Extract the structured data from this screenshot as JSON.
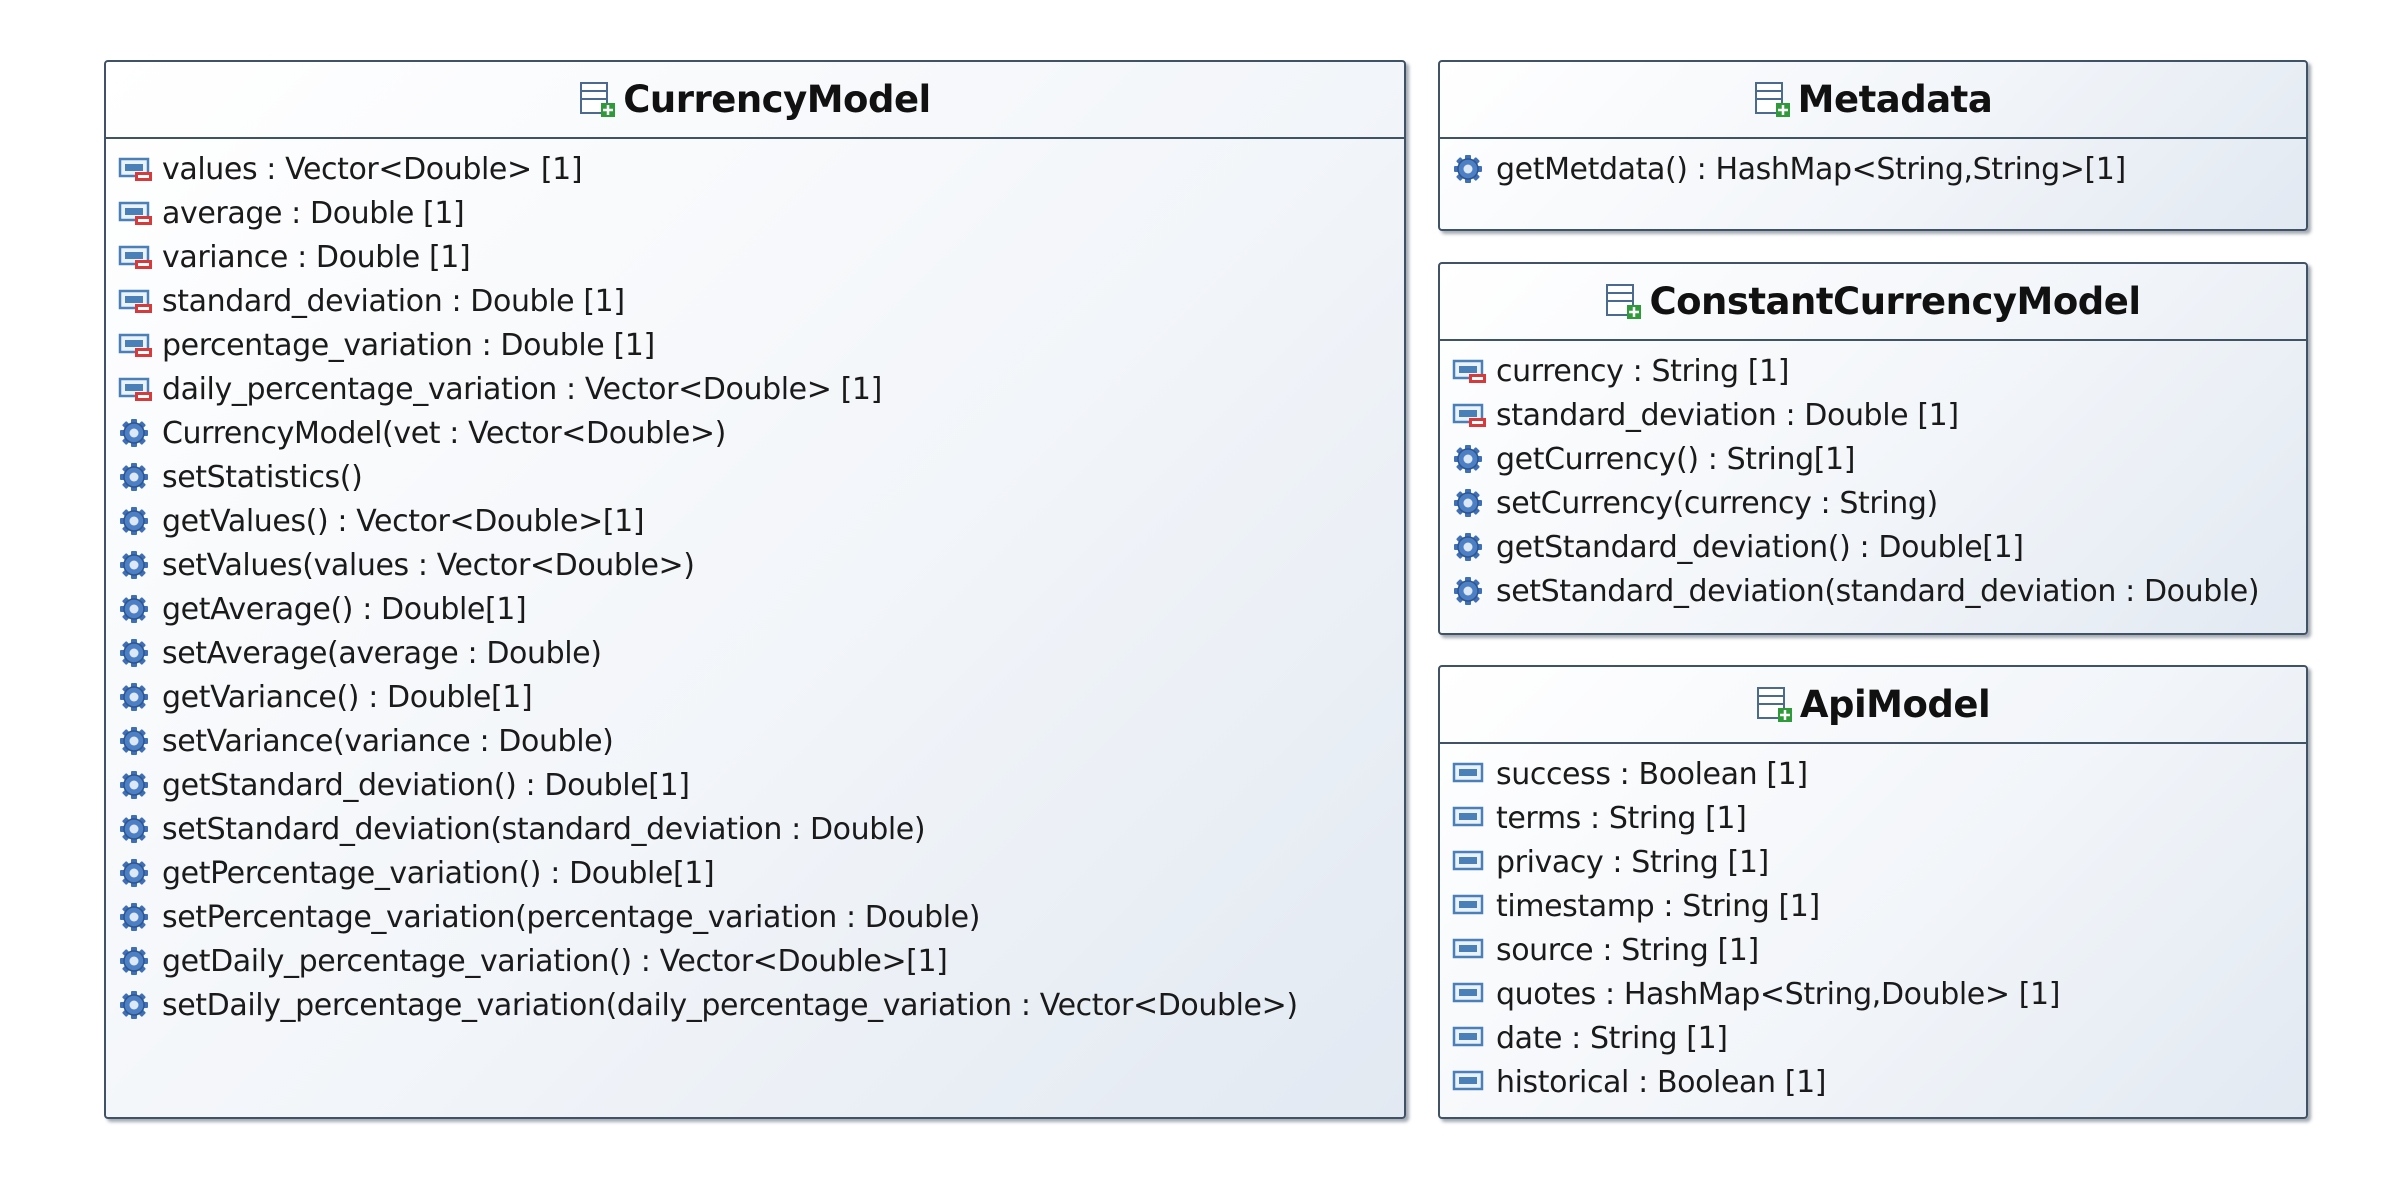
{
  "diagram": {
    "classes": [
      {
        "id": "currency-model",
        "name": "CurrencyModel",
        "members": [
          {
            "kind": "private-attribute",
            "text": "values : Vector<Double> [1]"
          },
          {
            "kind": "private-attribute",
            "text": "average : Double [1]"
          },
          {
            "kind": "private-attribute",
            "text": "variance : Double [1]"
          },
          {
            "kind": "private-attribute",
            "text": "standard_deviation : Double [1]"
          },
          {
            "kind": "private-attribute",
            "text": "percentage_variation : Double [1]"
          },
          {
            "kind": "private-attribute",
            "text": "daily_percentage_variation : Vector<Double> [1]"
          },
          {
            "kind": "operation",
            "text": "CurrencyModel(vet : Vector<Double>)"
          },
          {
            "kind": "operation",
            "text": "setStatistics()"
          },
          {
            "kind": "operation",
            "text": "getValues() : Vector<Double>[1]"
          },
          {
            "kind": "operation",
            "text": "setValues(values : Vector<Double>)"
          },
          {
            "kind": "operation",
            "text": "getAverage() : Double[1]"
          },
          {
            "kind": "operation",
            "text": "setAverage(average : Double)"
          },
          {
            "kind": "operation",
            "text": "getVariance() : Double[1]"
          },
          {
            "kind": "operation",
            "text": "setVariance(variance : Double)"
          },
          {
            "kind": "operation",
            "text": "getStandard_deviation() : Double[1]"
          },
          {
            "kind": "operation",
            "text": "setStandard_deviation(standard_deviation : Double)"
          },
          {
            "kind": "operation",
            "text": "getPercentage_variation() : Double[1]"
          },
          {
            "kind": "operation",
            "text": "setPercentage_variation(percentage_variation : Double)"
          },
          {
            "kind": "operation",
            "text": "getDaily_percentage_variation() : Vector<Double>[1]"
          },
          {
            "kind": "operation",
            "text": "setDaily_percentage_variation(daily_percentage_variation : Vector<Double>)"
          }
        ]
      },
      {
        "id": "metadata",
        "name": "Metadata",
        "members": [
          {
            "kind": "operation",
            "text": "getMetdata() : HashMap<String,String>[1]"
          }
        ]
      },
      {
        "id": "constant-currency-model",
        "name": "ConstantCurrencyModel",
        "members": [
          {
            "kind": "private-attribute",
            "text": "currency : String [1]"
          },
          {
            "kind": "private-attribute",
            "text": "standard_deviation : Double [1]"
          },
          {
            "kind": "operation",
            "text": "getCurrency() : String[1]"
          },
          {
            "kind": "operation",
            "text": "setCurrency(currency : String)"
          },
          {
            "kind": "operation",
            "text": "getStandard_deviation() : Double[1]"
          },
          {
            "kind": "operation",
            "text": "setStandard_deviation(standard_deviation : Double)"
          }
        ]
      },
      {
        "id": "api-model",
        "name": "ApiModel",
        "members": [
          {
            "kind": "attribute",
            "text": "success : Boolean [1]"
          },
          {
            "kind": "attribute",
            "text": "terms : String [1]"
          },
          {
            "kind": "attribute",
            "text": "privacy : String [1]"
          },
          {
            "kind": "attribute",
            "text": "timestamp : String [1]"
          },
          {
            "kind": "attribute",
            "text": "source : String [1]"
          },
          {
            "kind": "attribute",
            "text": "quotes : HashMap<String,Double> [1]"
          },
          {
            "kind": "attribute",
            "text": "date : String [1]"
          },
          {
            "kind": "attribute",
            "text": "historical : Boolean [1]"
          }
        ]
      }
    ],
    "colors": {
      "border": "#3f5266",
      "fill_light": "#ffffff",
      "fill_dark": "#e2e9f2",
      "attribute_icon": "#4a7fb8",
      "private_marker": "#d63a3a",
      "gear_icon": "#3f6fb5",
      "class_plus": "#2f9a3a"
    },
    "icons": {
      "class": "class-icon",
      "private-attribute": "private-attribute-icon",
      "attribute": "attribute-icon",
      "operation": "operation-gear-icon"
    }
  }
}
